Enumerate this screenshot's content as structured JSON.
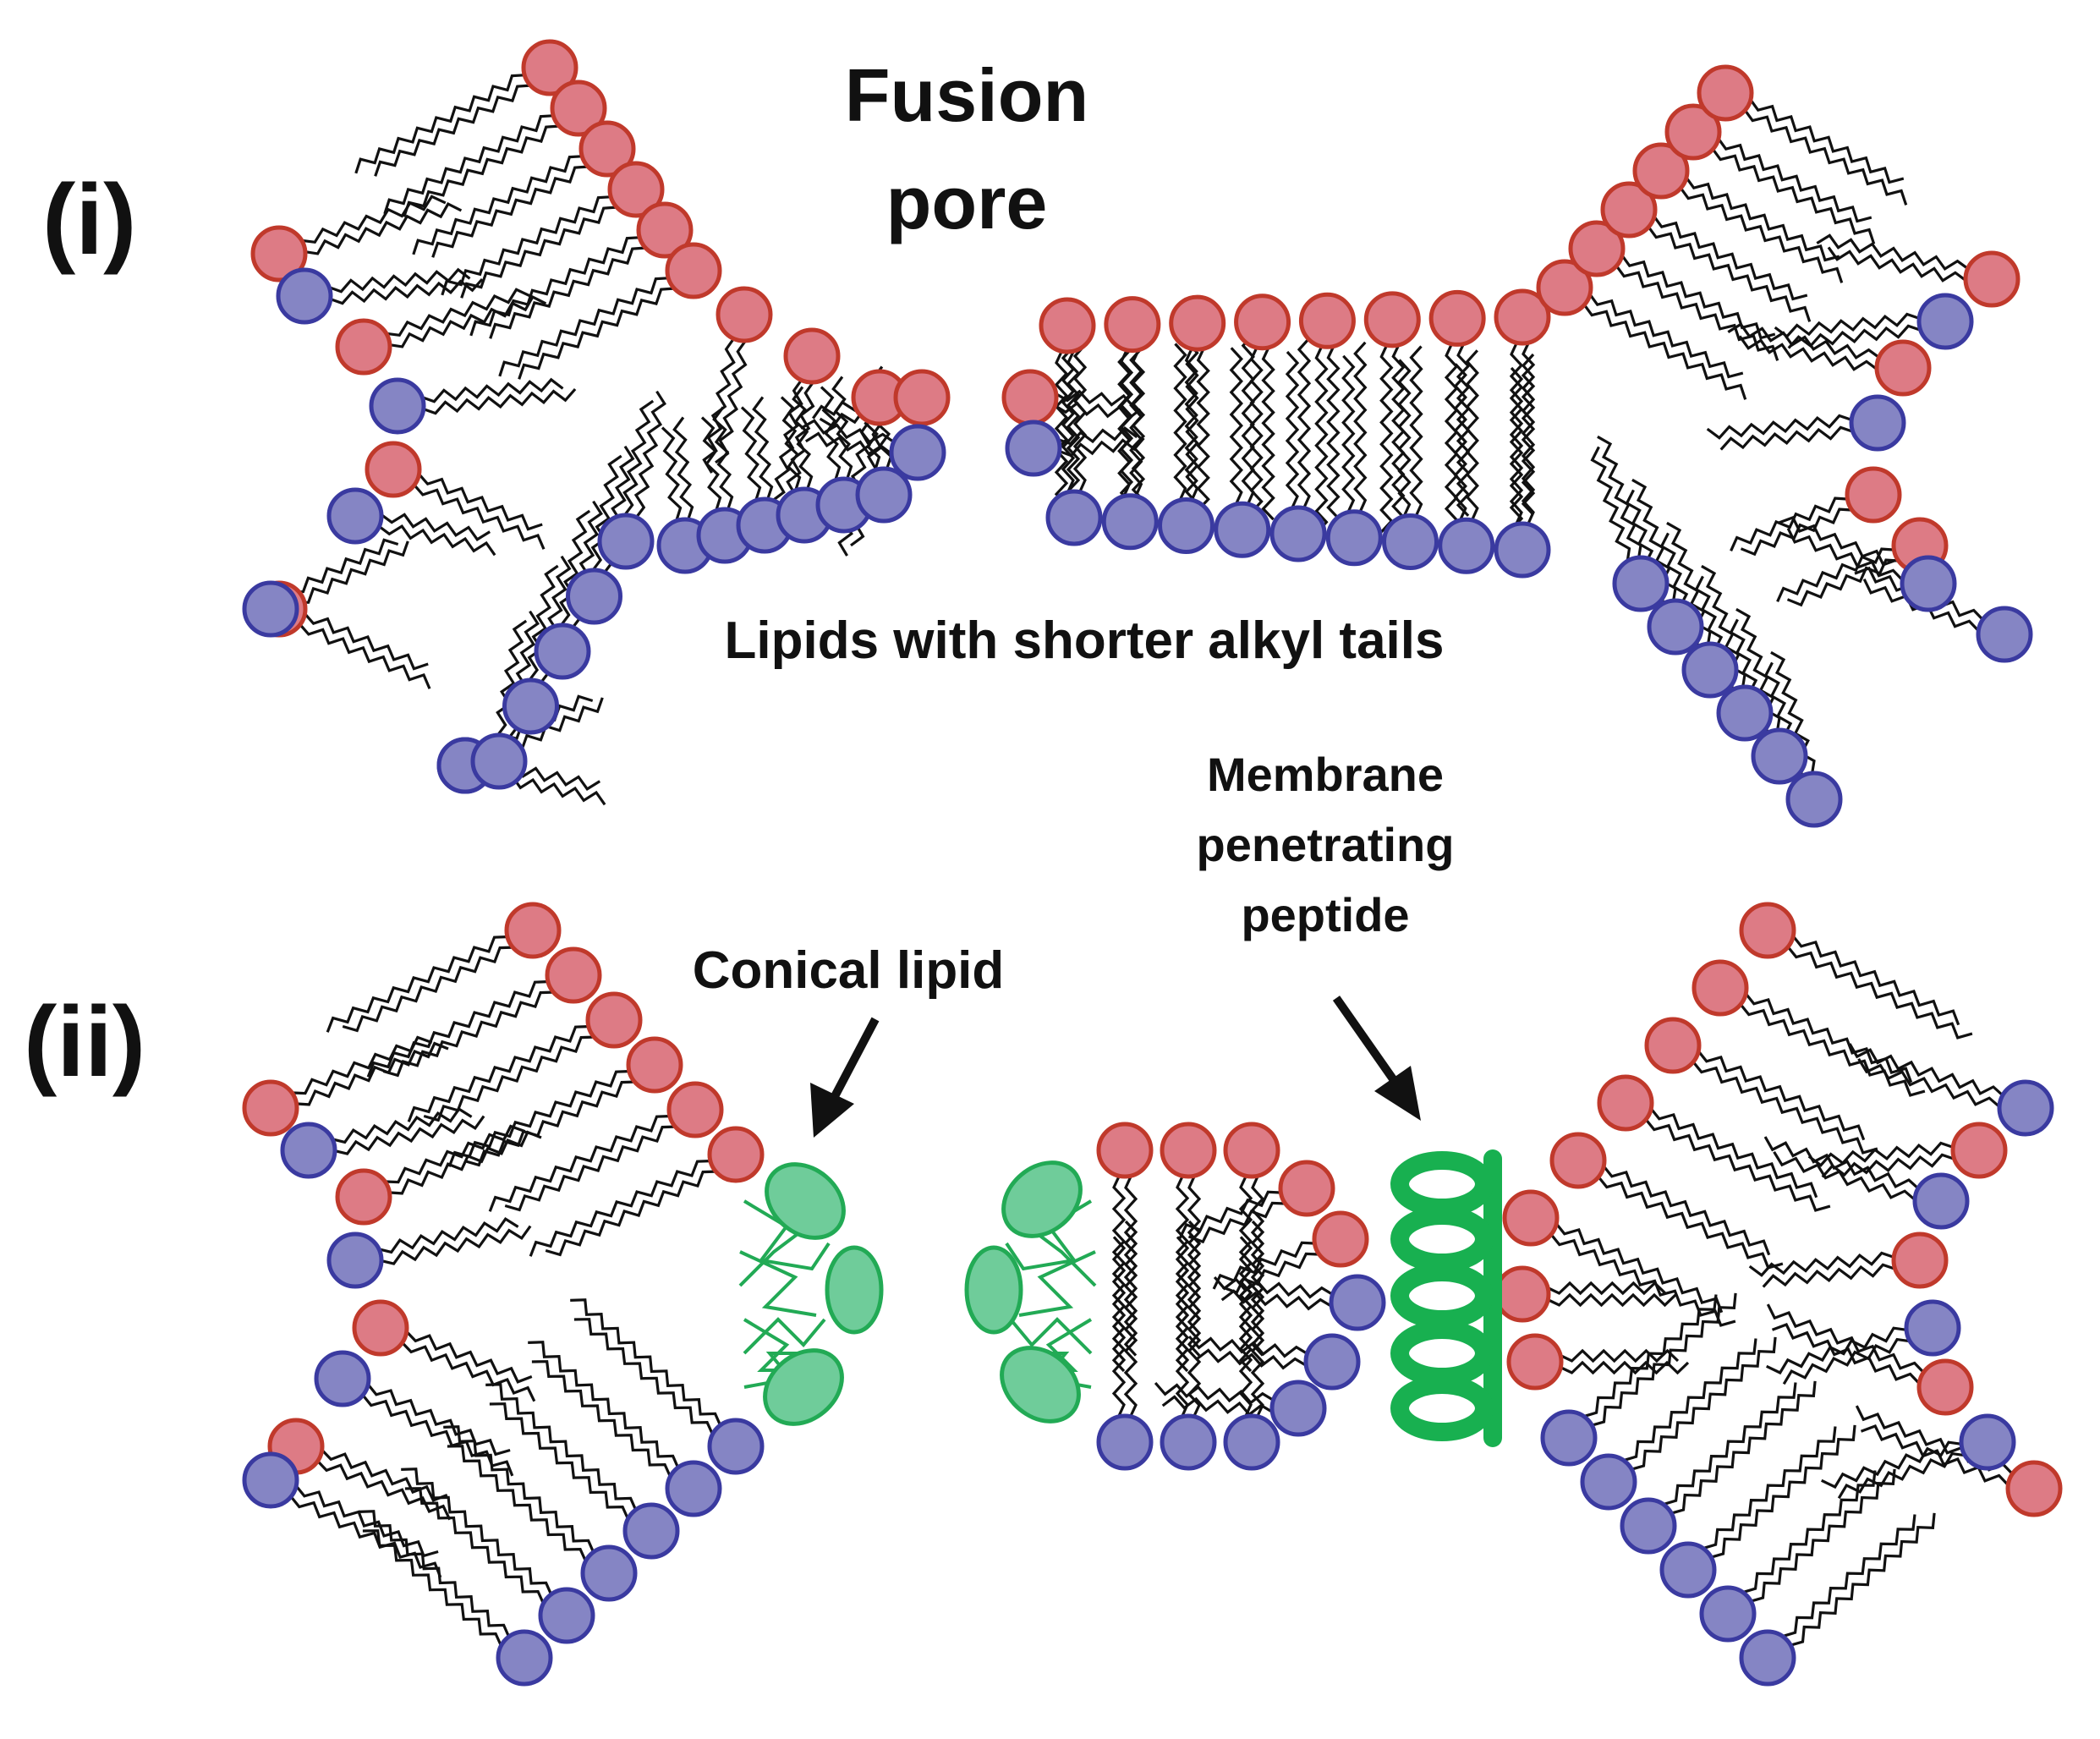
{
  "panels": {
    "i": {
      "label": "(i)",
      "title_line1": "Fusion",
      "title_line2": "pore",
      "caption": "Lipids with shorter alkyl tails"
    },
    "ii": {
      "label": "(ii)",
      "conical_label": "Conical lipid",
      "peptide_line1": "Membrane",
      "peptide_line2": "penetrating",
      "peptide_line3": "peptide"
    }
  },
  "colors": {
    "head_top_fill": "#dd7b85",
    "head_top_stroke": "#c0392b",
    "head_bottom_fill": "#8585c4",
    "head_bottom_stroke": "#3a3aa0",
    "conical_fill": "#6fcc9a",
    "conical_stroke": "#22aa55",
    "peptide": "#18b050",
    "tail": "#111111"
  }
}
